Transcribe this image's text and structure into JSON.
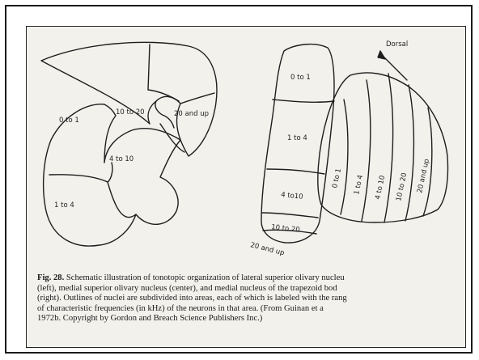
{
  "figure": {
    "lso_regions": [
      "0 to 1",
      "1 to 4",
      "4 to 10",
      "10 to 20",
      "20 and up"
    ],
    "mso_regions": [
      "0 to 1",
      "1 to 4",
      "4 to10",
      "10 to 20",
      "20 and up"
    ],
    "mntb_regions": [
      "0 to 1",
      "1 to 4",
      "4 to 10",
      "10 to 20",
      "20 and up"
    ],
    "dorsal_label": "Dorsal"
  },
  "caption": {
    "fig_num": "Fig. 28.",
    "line1": " Schematic illustration of tonotopic organization of lateral superior olivary nucleu",
    "line2": "(left), medial superior olivary nucleus (center), and medial nucleus of the trapezoid bod",
    "line3": "(right). Outlines of nuclei are subdivided into areas, each of which is labeled with the rang",
    "line4": "of characteristic frequencies (in kHz) of the neurons in that area. (From Guinan et a",
    "line5": "1972b. Copyright by Gordon and Breach Science Publishers Inc.)"
  }
}
